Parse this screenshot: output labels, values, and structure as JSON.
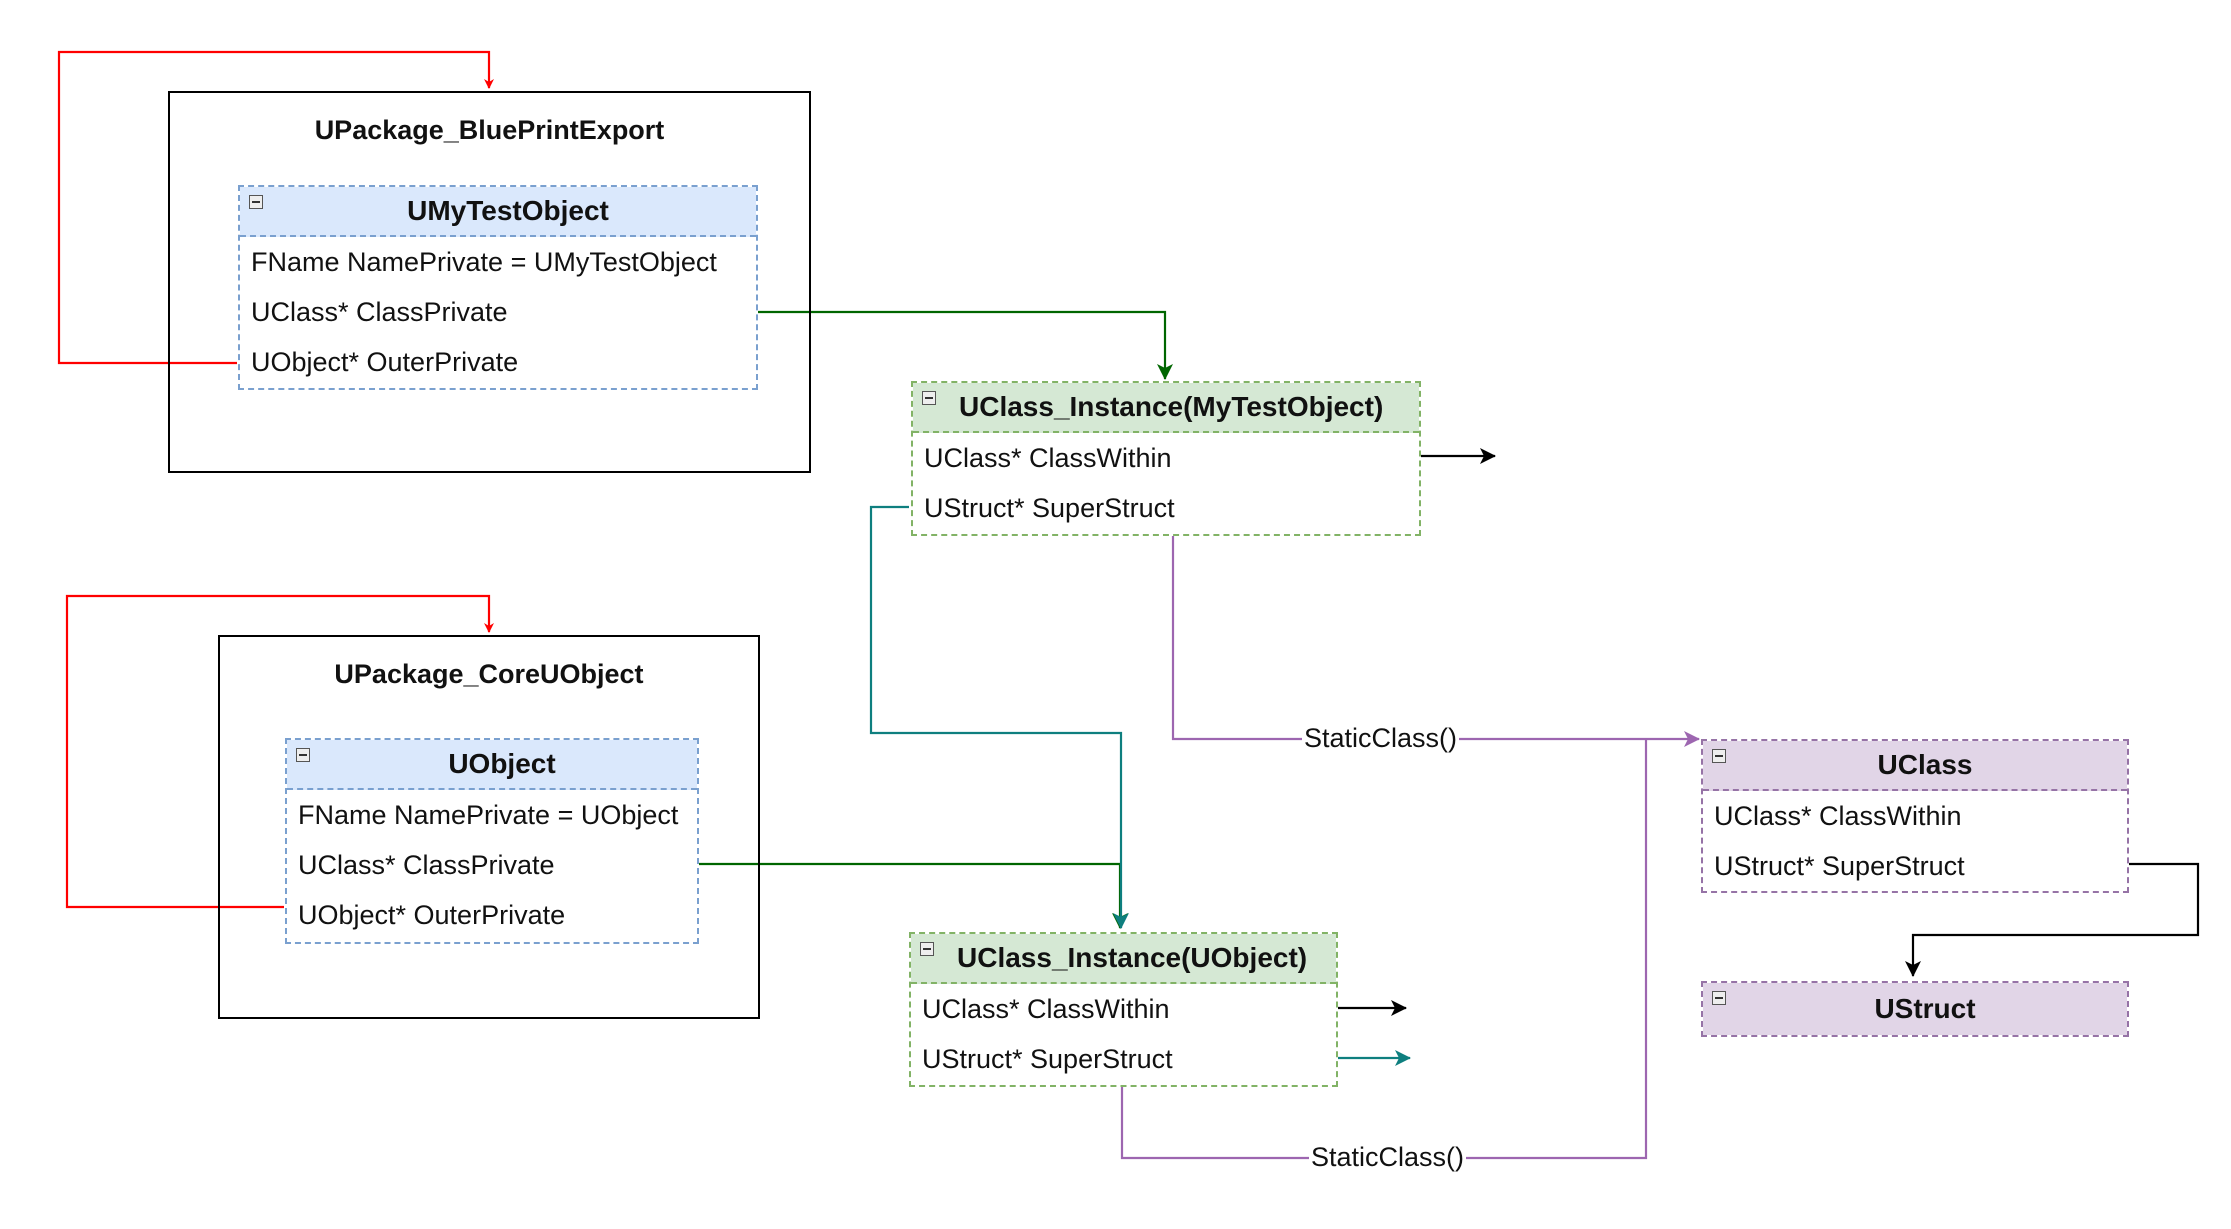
{
  "packages": {
    "blueprint_export": {
      "title": "UPackage_BluePrintExport"
    },
    "core_uobject": {
      "title": "UPackage_CoreUObject"
    }
  },
  "classes": {
    "umytestobject": {
      "title": "UMyTestObject",
      "fields": [
        "FName NamePrivate = UMyTestObject",
        "UClass* ClassPrivate",
        "UObject* OuterPrivate"
      ]
    },
    "uobject": {
      "title": "UObject",
      "fields": [
        "FName NamePrivate = UObject",
        "UClass* ClassPrivate",
        "UObject* OuterPrivate"
      ]
    },
    "uclass_instance_mytestobject": {
      "title": "UClass_Instance(MyTestObject)",
      "fields": [
        "UClass* ClassWithin",
        "UStruct* SuperStruct"
      ]
    },
    "uclass_instance_uobject": {
      "title": "UClass_Instance(UObject)",
      "fields": [
        "UClass* ClassWithin",
        "UStruct* SuperStruct"
      ]
    },
    "uclass": {
      "title": "UClass",
      "fields": [
        "UClass* ClassWithin",
        "UStruct* SuperStruct"
      ]
    },
    "ustruct": {
      "title": "UStruct"
    }
  },
  "edge_labels": {
    "static_class_top": "StaticClass()",
    "static_class_bottom": "StaticClass()"
  },
  "colors": {
    "outer_edge": "#ff0000",
    "class_private_edge": "#006600",
    "super_struct_edge": "#0e7f7f",
    "static_class_edge": "#9d66b0",
    "plain_edge": "#000000",
    "blue_fill": "#dae8fc",
    "green_fill": "#d5e8d4",
    "purple_fill": "#e1d5e7"
  }
}
